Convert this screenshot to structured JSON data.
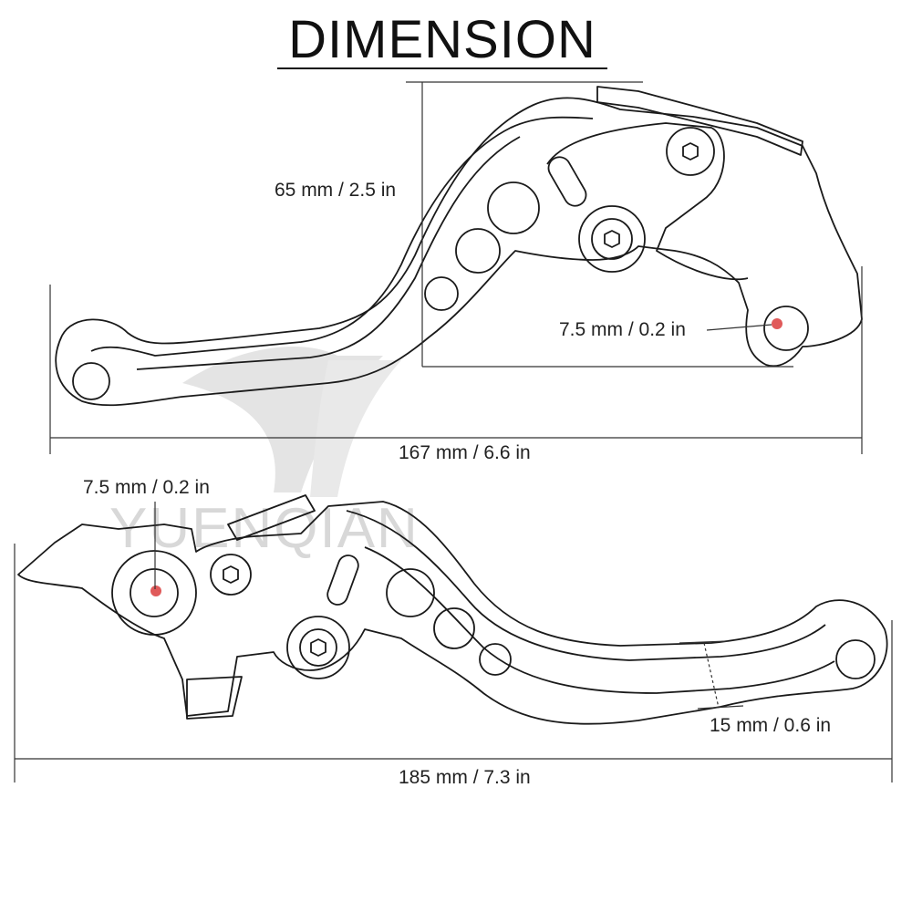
{
  "title": "DIMENSION",
  "watermark": {
    "text": "YUENQIAN",
    "color": "#d8d8d8"
  },
  "colors": {
    "outline": "#1a1a1a",
    "dimension_line": "#333333",
    "marker": "#e05a5a"
  },
  "top_lever": {
    "height_label": "65 mm / 2.5 in",
    "hole_label": "7.5 mm / 0.2 in",
    "length_label": "167 mm / 6.6 in"
  },
  "bottom_lever": {
    "hole_label": "7.5 mm / 0.2 in",
    "width_label": "15 mm / 0.6 in",
    "length_label": "185 mm / 7.3 in"
  }
}
